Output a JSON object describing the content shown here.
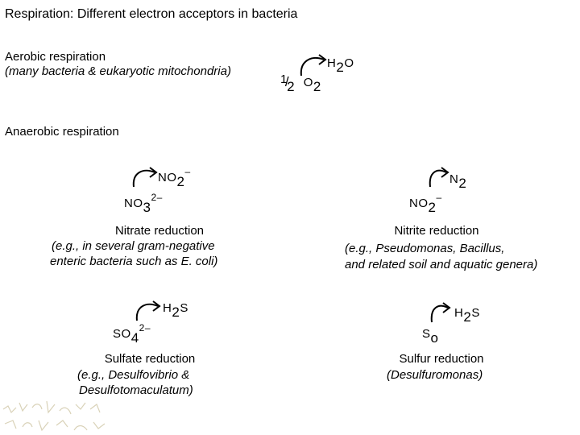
{
  "title": "Respiration: Different electron acceptors in bacteria",
  "aerobic": {
    "heading": "Aerobic respiration",
    "note": "(many bacteria & eukaryotic mitochondria)",
    "product": {
      "base": "H",
      "sub": "2",
      "tail": "O"
    },
    "reactant": {
      "coef_num": "1",
      "coef_den": "2",
      "base": "O",
      "sub": "2"
    }
  },
  "anaerobic": {
    "heading": "Anaerobic respiration",
    "nitrate": {
      "product": {
        "base": "NO",
        "sub": "2",
        "sup": "–"
      },
      "reactant": {
        "base": "NO",
        "sub": "3",
        "sup": "2–"
      },
      "label": "Nitrate reduction",
      "note_line1": "(e.g., in several gram-negative",
      "note_line2": "enteric bacteria such as E. coli)"
    },
    "nitrite": {
      "product": {
        "base": "N",
        "sub": "2"
      },
      "reactant": {
        "base": "NO",
        "sub": "2",
        "sup": "–"
      },
      "label": "Nitrite reduction",
      "note_line1": "(e.g., Pseudomonas, Bacillus,",
      "note_line2": "and related soil and aquatic genera)"
    },
    "sulfate": {
      "product": {
        "base": "H",
        "sub": "2",
        "tail": "S"
      },
      "reactant": {
        "base": "SO",
        "sub": "4",
        "sup": "2–"
      },
      "label": "Sulfate reduction",
      "note_line1": "(e.g., Desulfovibrio &",
      "note_line2": "Desulfotomaculatum)"
    },
    "sulfur": {
      "product": {
        "base": "H",
        "sub": "2",
        "tail": "S"
      },
      "reactant": {
        "base": "S",
        "sub": "o"
      },
      "label": "Sulfur reduction",
      "note_line1": "(Desulfuromonas)"
    }
  }
}
